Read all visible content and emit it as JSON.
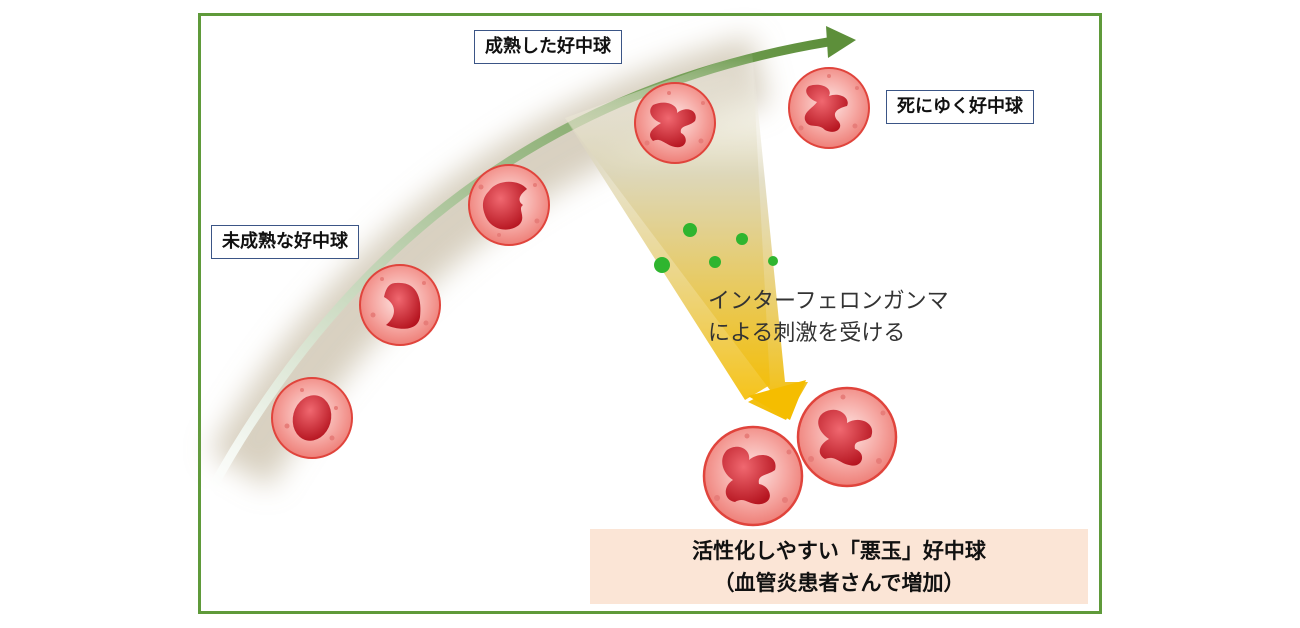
{
  "labels": {
    "mature": "成熟した好中球",
    "dying": "死にゆく好中球",
    "immature": "未成熟な好中球"
  },
  "stimulus": {
    "line1": "インターフェロンガンマ",
    "line2": "による刺激を受ける"
  },
  "result": {
    "line1": "活性化しやすい「悪玉」好中球",
    "line2": "（血管炎患者さんで増加）"
  },
  "colors": {
    "frame": "#5f9a3a",
    "arrow": "#5d8f3a",
    "cell_fill": "#f29a9a",
    "cell_border": "#e0443c",
    "nucleus": "#c9202b",
    "particle": "#2fb52f",
    "cone": "#f5bd00",
    "result_bg": "#fbe5d6"
  }
}
